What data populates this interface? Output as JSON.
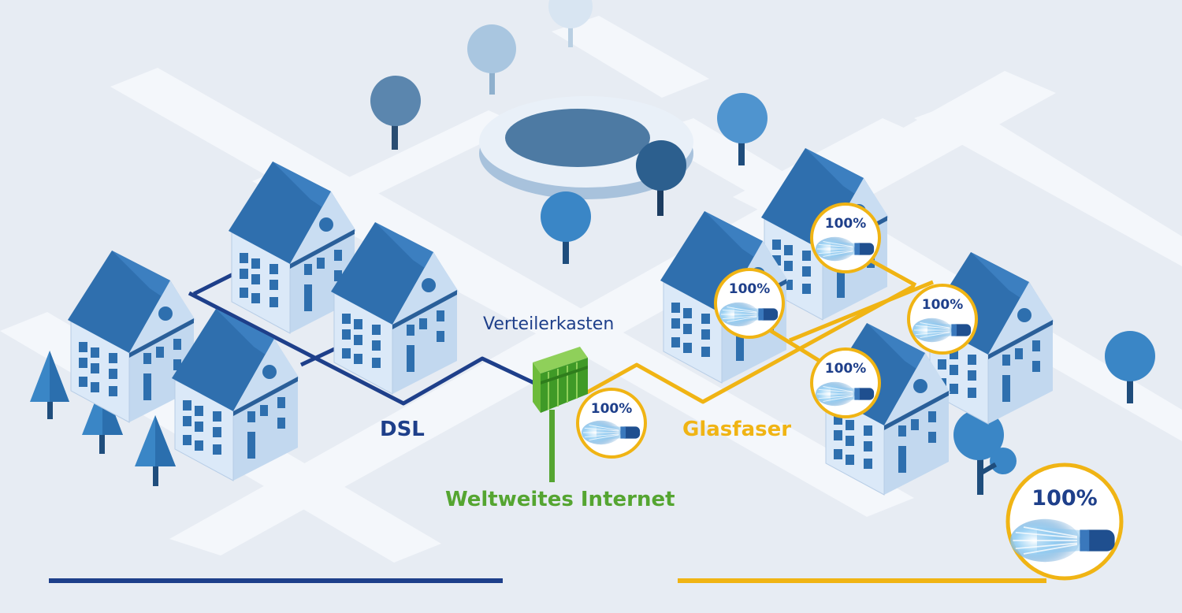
{
  "labels": {
    "dsl": "DSL",
    "glasfaser": "Glasfaser",
    "internet": "Weltweites Internet",
    "verteilerkasten": "Verteilerkasten"
  },
  "badges": [
    "100%",
    "100%",
    "100%",
    "100%",
    "100%",
    "100%"
  ],
  "colors": {
    "background": "#e7ecf3",
    "street": "#f4f7fb",
    "dsl": "#1e3f8a",
    "glasfaser": "#f0b414",
    "internet": "#55a531",
    "roof": "#2e6fae",
    "wall": "#d6e6f7",
    "window": "#2e6fae"
  },
  "icons": [
    "house-icon",
    "tree-icon",
    "fountain-icon",
    "distribution-box-icon",
    "fiber-cable-icon"
  ]
}
